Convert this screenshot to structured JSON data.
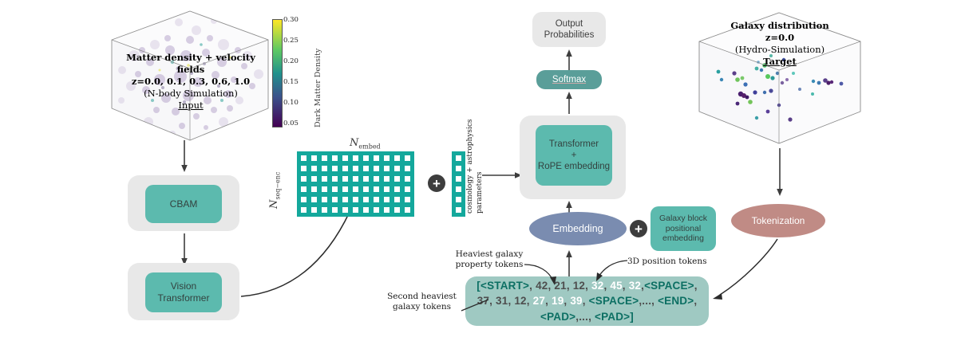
{
  "left_panel": {
    "title_line1": "Matter density + velocity",
    "title_line2": "fields",
    "title_line3": "z=0.0, 0.1, 0.3, 0.6, 1.0",
    "subtitle": "(N-body Simulation)",
    "role": "Input",
    "colorbar": {
      "label": "Dark Matter Density",
      "ticks": [
        "0.30",
        "0.25",
        "0.20",
        "0.15",
        "0.10",
        "0.05"
      ],
      "vmin": 0.05,
      "vmax": 0.3,
      "colormap": "viridis"
    }
  },
  "right_panel": {
    "title": "Galaxy distribution",
    "redshift": "z=0.0",
    "subtitle": "(Hydro-Simulation)",
    "role": "Target"
  },
  "encoder": {
    "cbam_label": "CBAM",
    "vit_label_line1": "Vision",
    "vit_label_line2": "Transformer"
  },
  "embedding_grid": {
    "rows": 6,
    "cols": 11,
    "row_label": "N",
    "row_label_sub": "seq−enc",
    "col_label": "N",
    "col_label_sub": "embed",
    "param_rows": 6,
    "param_label_line1": "cosmology + astrophysics",
    "param_label_line2": "parameters",
    "plus": "+"
  },
  "transformer": {
    "label_line1": "Transformer",
    "label_line2": "+",
    "label_line3": "RoPE embedding"
  },
  "softmax": {
    "label": "Softmax"
  },
  "output": {
    "label_line1": "Output",
    "label_line2": "Probabilities"
  },
  "decoder_inputs": {
    "embedding_label": "Embedding",
    "plus": "+",
    "galaxy_block_line1": "Galaxy block",
    "galaxy_block_line2": "positional",
    "galaxy_block_line3": "embedding",
    "tokenization_label": "Tokenization"
  },
  "annotations": {
    "heaviest_line1": "Heaviest galaxy",
    "heaviest_line2": "property tokens",
    "position_tokens": "3D position tokens",
    "second_heaviest_line1": "Second heaviest",
    "second_heaviest_line2": "galaxy tokens"
  },
  "token_sequence": {
    "rows": [
      [
        {
          "t": "[",
          "c": "brk"
        },
        {
          "t": "<START>",
          "c": "special"
        },
        {
          "t": ", ",
          "c": "grey"
        },
        {
          "t": "42",
          "c": "grey"
        },
        {
          "t": ", ",
          "c": "grey"
        },
        {
          "t": "21",
          "c": "grey"
        },
        {
          "t": ", ",
          "c": "grey"
        },
        {
          "t": "12",
          "c": "grey"
        },
        {
          "t": ", ",
          "c": "grey"
        },
        {
          "t": "32",
          "c": "white"
        },
        {
          "t": ", ",
          "c": "grey"
        },
        {
          "t": "45",
          "c": "white"
        },
        {
          "t": ", ",
          "c": "grey"
        },
        {
          "t": "32",
          "c": "white"
        },
        {
          "t": ",",
          "c": "grey"
        },
        {
          "t": "<SPACE>",
          "c": "special"
        },
        {
          "t": ",",
          "c": "grey"
        }
      ],
      [
        {
          "t": "37",
          "c": "grey"
        },
        {
          "t": ", ",
          "c": "grey"
        },
        {
          "t": "31",
          "c": "grey"
        },
        {
          "t": ", ",
          "c": "grey"
        },
        {
          "t": "12",
          "c": "grey"
        },
        {
          "t": ", ",
          "c": "grey"
        },
        {
          "t": "27",
          "c": "white"
        },
        {
          "t": ", ",
          "c": "grey"
        },
        {
          "t": "19",
          "c": "white"
        },
        {
          "t": ", ",
          "c": "grey"
        },
        {
          "t": "39",
          "c": "white"
        },
        {
          "t": ", ",
          "c": "grey"
        },
        {
          "t": "<SPACE>",
          "c": "special"
        },
        {
          "t": ",...,",
          "c": "grey"
        },
        {
          "t": " ",
          "c": "grey"
        },
        {
          "t": "<END>",
          "c": "special"
        },
        {
          "t": ",",
          "c": "grey"
        }
      ],
      [
        {
          "t": "<PAD>",
          "c": "special"
        },
        {
          "t": ",...,",
          "c": "grey"
        },
        {
          "t": " ",
          "c": "grey"
        },
        {
          "t": "<PAD>",
          "c": "special"
        },
        {
          "t": "]",
          "c": "brk"
        }
      ]
    ]
  },
  "colors": {
    "teal": "#5cbaae",
    "teal_grid": "#14a89c",
    "grey_box": "#e8e8e8",
    "softmax": "#5a9e99",
    "embedding_ellipse": "#7a8cb0",
    "tokenization_ellipse": "#c08b85",
    "token_box": "#9fc9c2",
    "token_special": "#0c6f63",
    "arrow": "#3d3d3d"
  },
  "chart_data": {
    "type": "scatter",
    "title": "Dark matter density / galaxy distribution 3-D cubes",
    "panels": [
      {
        "name": "matter-density-cube",
        "colormap": "viridis",
        "colorbar_label": "Dark Matter Density",
        "vmin": 0.05,
        "vmax": 0.3,
        "ticks": [
          0.05,
          0.1,
          0.15,
          0.2,
          0.25,
          0.3
        ],
        "n_points": 900,
        "description": "Dense diffuse point cloud of dark matter particles"
      },
      {
        "name": "galaxy-distribution-cube",
        "colormap": "viridis",
        "n_points": 40,
        "description": "Sparse scatter of galaxies at z=0.0"
      }
    ]
  }
}
